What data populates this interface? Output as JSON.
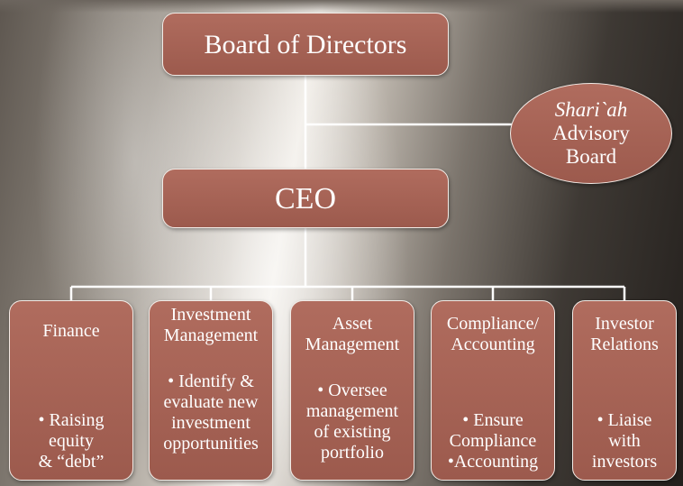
{
  "diagram": {
    "board": "Board of Directors",
    "advisory": {
      "italic": "Shari`ah",
      "line2": "Advisory",
      "line3": "Board"
    },
    "ceo": "CEO",
    "departments": [
      {
        "title": [
          "Finance"
        ],
        "detail": [
          "• Raising",
          "equity",
          "& “debt”"
        ]
      },
      {
        "title": [
          "Investment",
          "Management"
        ],
        "detail": [
          "• Identify &",
          "evaluate new",
          "investment",
          "opportunities"
        ]
      },
      {
        "title": [
          "Asset",
          "Management"
        ],
        "detail": [
          "• Oversee",
          "management",
          "of existing",
          "portfolio"
        ]
      },
      {
        "title": [
          "Compliance/",
          "Accounting"
        ],
        "detail": [
          "• Ensure",
          "Compliance",
          "•Accounting"
        ]
      },
      {
        "title": [
          "Investor",
          "Relations"
        ],
        "detail": [
          "• Liaise",
          "with",
          "investors"
        ]
      }
    ],
    "colors": {
      "box_fill": "#a5604f",
      "box_border": "#f2ebe6",
      "connector": "#ffffff",
      "text": "#ffffff"
    }
  }
}
